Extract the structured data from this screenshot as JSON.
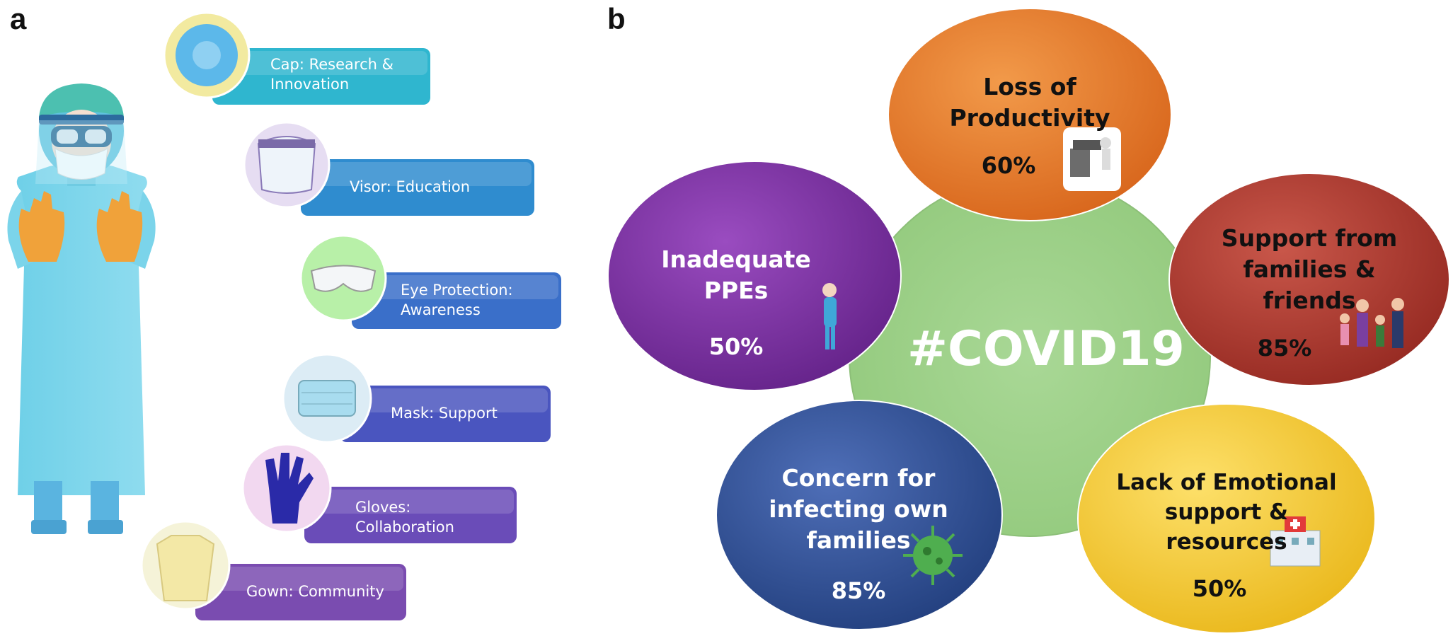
{
  "panels": {
    "a": {
      "letter": "a"
    },
    "b": {
      "letter": "b"
    }
  },
  "ppe_items": [
    {
      "label": "Cap: Research &\nInnovation",
      "tab_color": "#2fb6cf",
      "icon": "cap-icon",
      "circle_color": "#f2eaa0"
    },
    {
      "label": "Visor: Education",
      "tab_color": "#2f8ccf",
      "icon": "visor-icon",
      "circle_color": "#e6ddf2"
    },
    {
      "label": "Eye Protection:\nAwareness",
      "tab_color": "#3a6fc9",
      "icon": "goggles-icon",
      "circle_color": "#b8f0a8"
    },
    {
      "label": "Mask: Support",
      "tab_color": "#4a55bf",
      "icon": "mask-icon",
      "circle_color": "#dcecf5"
    },
    {
      "label": "Gloves:\nCollaboration",
      "tab_color": "#6a4cb8",
      "icon": "gloves-icon",
      "circle_color": "#f2d8f0"
    },
    {
      "label": "Gown: Community",
      "tab_color": "#7a4cb0",
      "icon": "gown-icon",
      "circle_color": "#f5f3d8"
    }
  ],
  "center": {
    "title": "#COVID19",
    "color": "#9fd08a"
  },
  "bubbles": {
    "productivity": {
      "title": "Loss of\nProductivity",
      "pct": "60%",
      "color": "#e8782a",
      "icon": "machine-worker-icon"
    },
    "support_family": {
      "title": "Support from\nfamilies &\nfriends",
      "pct": "85%",
      "color": "#b23a2e",
      "icon": "family-icon"
    },
    "emotional": {
      "title": "Lack of Emotional\nsupport &\nresources",
      "pct": "50%",
      "color": "#f2c628",
      "icon": "hospital-icon"
    },
    "infecting": {
      "title": "Concern for\ninfecting own\nfamilies",
      "pct": "85%",
      "color": "#2f4f9a",
      "icon": "virus-icon"
    },
    "ppe": {
      "title": "Inadequate\nPPEs",
      "pct": "50%",
      "color": "#7a2fa0",
      "icon": "nurse-icon"
    }
  }
}
